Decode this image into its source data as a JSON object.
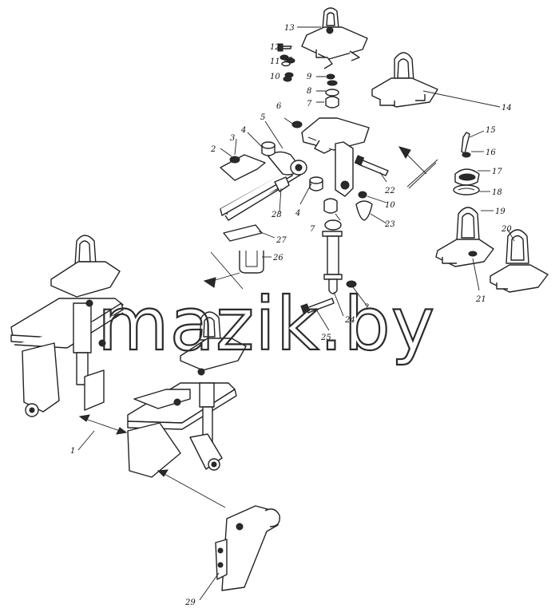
{
  "watermark": "mazik.by",
  "corner_mark": "",
  "callouts": [
    "1",
    "2",
    "3",
    "4",
    "5",
    "6",
    "7",
    "8",
    "9",
    "10",
    "11",
    "12",
    "13",
    "14",
    "15",
    "16",
    "17",
    "18",
    "19",
    "20",
    "21",
    "22",
    "23",
    "24",
    "25",
    "26",
    "27",
    "28",
    "29"
  ],
  "colors": {
    "ink": "#222222",
    "background": "#ffffff"
  }
}
